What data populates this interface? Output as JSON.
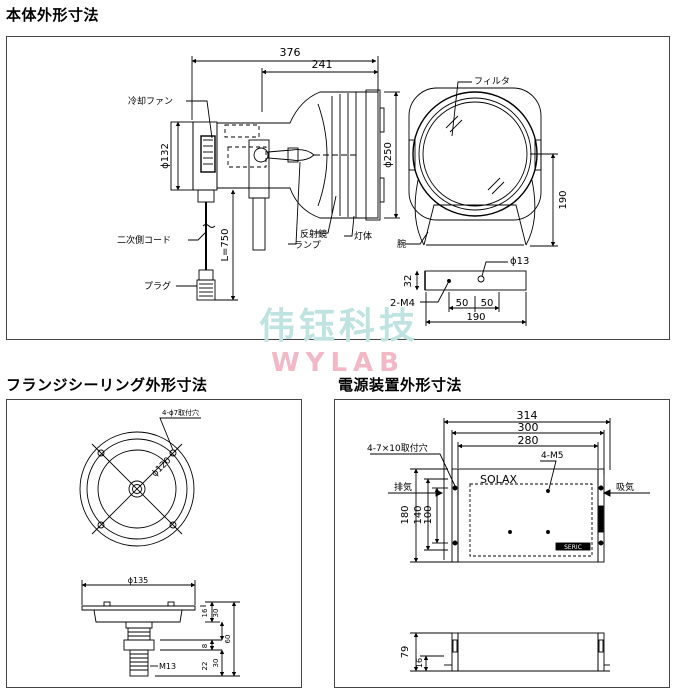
{
  "sections": {
    "body_title": "本体外形寸法",
    "flange_title": "フランジシーリング外形寸法",
    "power_title": "電源装置外形寸法"
  },
  "body_view": {
    "dims": {
      "overall_length": "376",
      "length_241": "241",
      "dia_132": "ϕ132",
      "dia_250": "ϕ250",
      "cord_length": "L=750",
      "height_190": "190",
      "dia_13": "ϕ13",
      "base_32": "32",
      "base_50a": "50",
      "base_50b": "50",
      "base_190": "190"
    },
    "labels": {
      "cooling_fan": "冷却ファン",
      "secondary_cord": "二次側コード",
      "plug": "プラグ",
      "lamp": "ランプ",
      "reflector": "反射鏡",
      "body": "灯体",
      "filter": "フィルタ",
      "arm": "腕",
      "m4": "2-M4"
    }
  },
  "watermark": {
    "cn": "伟钰科技",
    "en": "WYLAB"
  },
  "flange_view": {
    "dims": {
      "holes": "4-ϕ7取付穴",
      "pcd": "ϕ120",
      "dia_135": "ϕ135",
      "d16": "16",
      "d30a": "30",
      "d8": "8",
      "d22": "22",
      "d30b": "30",
      "d60": "60",
      "thread": "M13"
    }
  },
  "power_view": {
    "dims": {
      "w314": "314",
      "w300": "300",
      "w280": "280",
      "h180": "180",
      "h140": "140",
      "h100": "100",
      "h79": "79",
      "h16": "16",
      "slots": "4-7×10取付穴",
      "m5": "4-M5"
    },
    "labels": {
      "exhaust": "排気",
      "intake": "吸気",
      "brand": "SOLAX",
      "maker": "SERIC"
    }
  }
}
